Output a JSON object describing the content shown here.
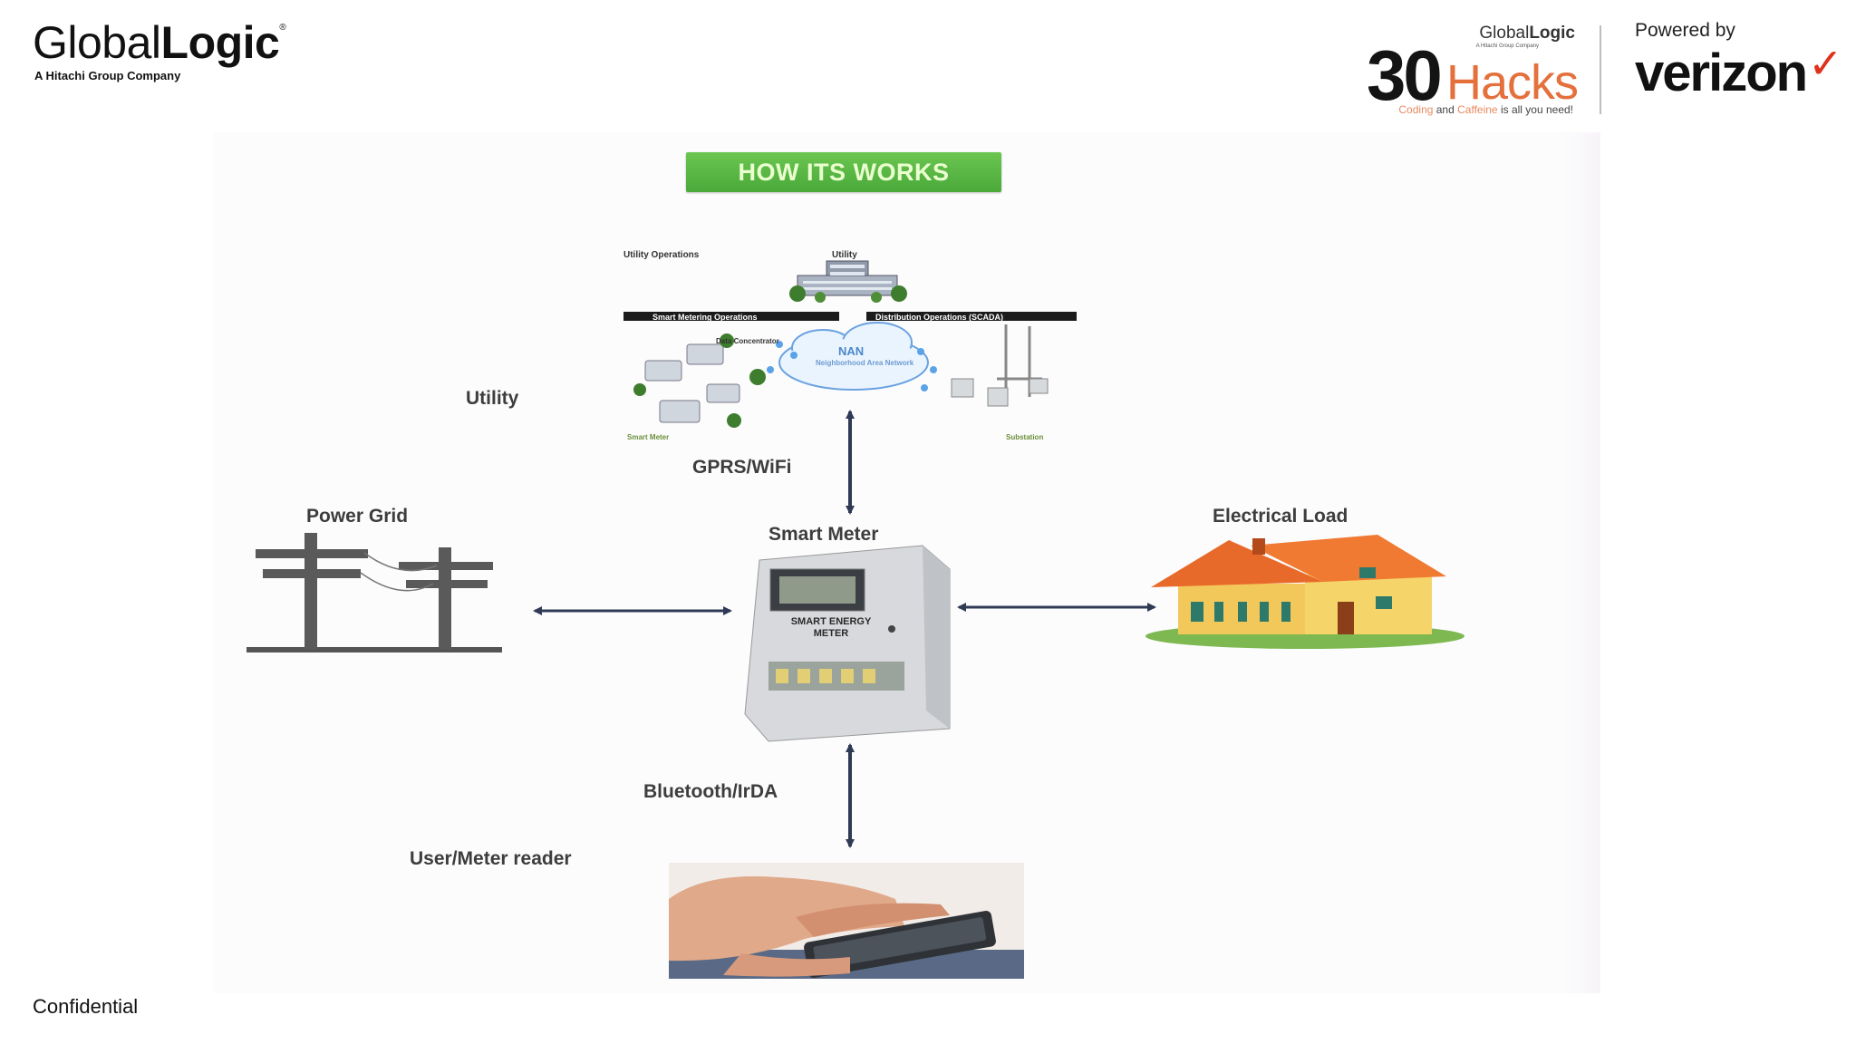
{
  "header": {
    "globallogic": {
      "word_light": "Global",
      "word_bold": "Logic",
      "reg": "®",
      "subtitle": "A Hitachi Group Company"
    },
    "hacks": {
      "gl_light": "Global",
      "gl_bold": "Logic",
      "gl_sub": "A Hitachi Group Company",
      "number": "30",
      "word": "Hacks",
      "tagline_1": "Coding",
      "tagline_2": " and ",
      "tagline_3": "Caffeine",
      "tagline_4": " is all you need!"
    },
    "sponsor": {
      "powered_by": "Powered by",
      "brand": "verizon",
      "brand_mark": "✓"
    }
  },
  "diagram": {
    "title": "HOW ITS WORKS",
    "nodes": {
      "utility": "Utility",
      "power_grid": "Power Grid",
      "smart_meter": "Smart Meter",
      "electrical_load": "Electrical Load",
      "user": "User/Meter reader"
    },
    "links": {
      "utility_meter": "GPRS/WiFi",
      "meter_user": "Bluetooth/IrDA"
    },
    "utility_image": {
      "utility_operations": "Utility Operations",
      "utility": "Utility",
      "smart_metering": "Smart Metering Operations",
      "distribution": "Distribution Operations (SCADA)",
      "nan": "NAN",
      "nan_sub": "Neighborhood Area Network",
      "data_concentrator": "Data Concentrator",
      "smart_meter_cap": "Smart Meter",
      "substation": "Substation"
    },
    "meter_face": {
      "line1": "SMART ENERGY",
      "line2": "METER"
    },
    "colors": {
      "title_bg": "#5bb848",
      "arrow": "#2f3a55",
      "house_roof": "#e86a2a",
      "house_wall": "#f3c85a"
    }
  },
  "footer": {
    "classification": "Confidential"
  }
}
